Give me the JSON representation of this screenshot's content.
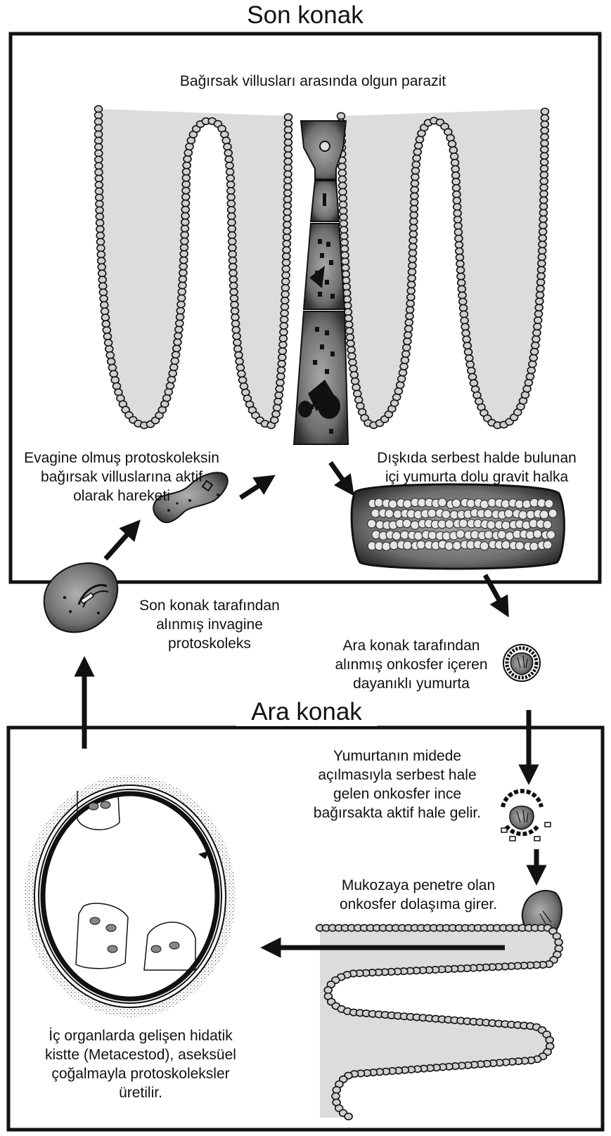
{
  "titles": {
    "final_host": "Son konak",
    "intermediate_host": "Ara konak"
  },
  "labels": {
    "adult_parasite": "Bağırsak villusları arasında olgun parazit",
    "evaginated": [
      "Evagine olmuş protoskoleksin",
      "bağırsak villuslarına aktif",
      "olarak hareketi"
    ],
    "gravid_segment": [
      "Dışkıda serbest halde bulunan",
      "içi yumurta dolu gravit halka"
    ],
    "ingested_protoscolex": [
      "Son konak tarafından",
      "alınmış invagine",
      "protoskoleks"
    ],
    "egg_ingested": [
      "Ara konak tarafından",
      "alınmış onkosfer içeren",
      "dayanıklı yumurta"
    ],
    "oncosphere_released": [
      "Yumurtanın midede",
      "açılmasıyla serbest hale",
      "gelen onkosfer ince",
      "bağırsakta aktif hale gelir."
    ],
    "mucosa_penetration": [
      "Mukozaya penetre olan",
      "onkosfer dolaşıma girer."
    ],
    "hydatid_cyst": [
      "İç organlarda gelişen  hidatik",
      "kistte (Metacestod), aseksüel",
      "çoğalmayla protoskoleksler",
      "üretilir."
    ]
  },
  "colors": {
    "villus_fill": "#dcdcdc",
    "bead": "#cfcfcf",
    "parasite_dark": "#3a3a3a",
    "parasite_mid": "#8a8a8a",
    "line": "#111111"
  }
}
